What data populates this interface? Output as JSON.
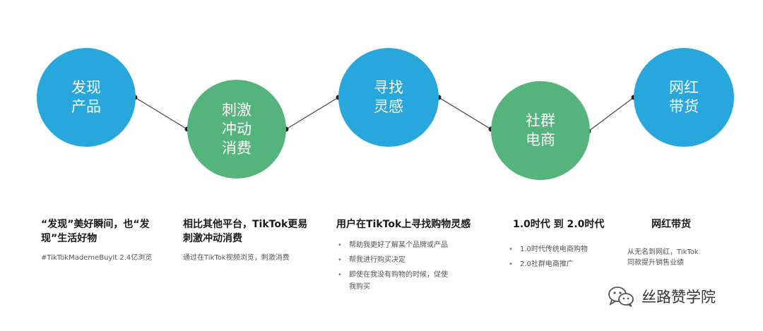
{
  "nodes": [
    {
      "line1": "发现",
      "line2": "产品",
      "line3": "",
      "color": "#27a7dc"
    },
    {
      "line1": "刺激",
      "line2": "冲动",
      "line3": "消费",
      "color": "#55b37c"
    },
    {
      "line1": "寻找",
      "line2": "灵感",
      "line3": "",
      "color": "#27a7dc"
    },
    {
      "line1": "社群",
      "line2": "电商",
      "line3": "",
      "color": "#55b37c"
    },
    {
      "line1": "网红",
      "line2": "带货",
      "line3": "",
      "color": "#27a7dc"
    }
  ],
  "columns": [
    {
      "heading1": "“发现”美好瞬间，也“发",
      "heading2": "现”生活好物",
      "sub": "#TikTokMademeBuyIt 2.4亿浏览"
    },
    {
      "heading1": "相比其他平台，TikTok更易",
      "heading2": "刺激冲动消费",
      "sub": "通过在TikTok视频浏览，刺激消费"
    },
    {
      "heading1": "用户在TikTok上寻找购物灵感",
      "bullets": [
        "帮助我更好了解某个品牌或产品",
        "帮我进行购买决定",
        "即使在我没有购物的时候，促使",
        "我购买"
      ]
    },
    {
      "heading1": "1.0时代  到 2.0时代",
      "bullets": [
        "1.0时代传统电商购物",
        "2.0社群电商推广"
      ]
    },
    {
      "heading1": "网红带货",
      "sub1": "从无名到网红，TikTok",
      "sub2": "同款提升销售业绩"
    }
  ],
  "watermark": {
    "text": "丝路赞学院",
    "icon": "wechat-icon"
  }
}
